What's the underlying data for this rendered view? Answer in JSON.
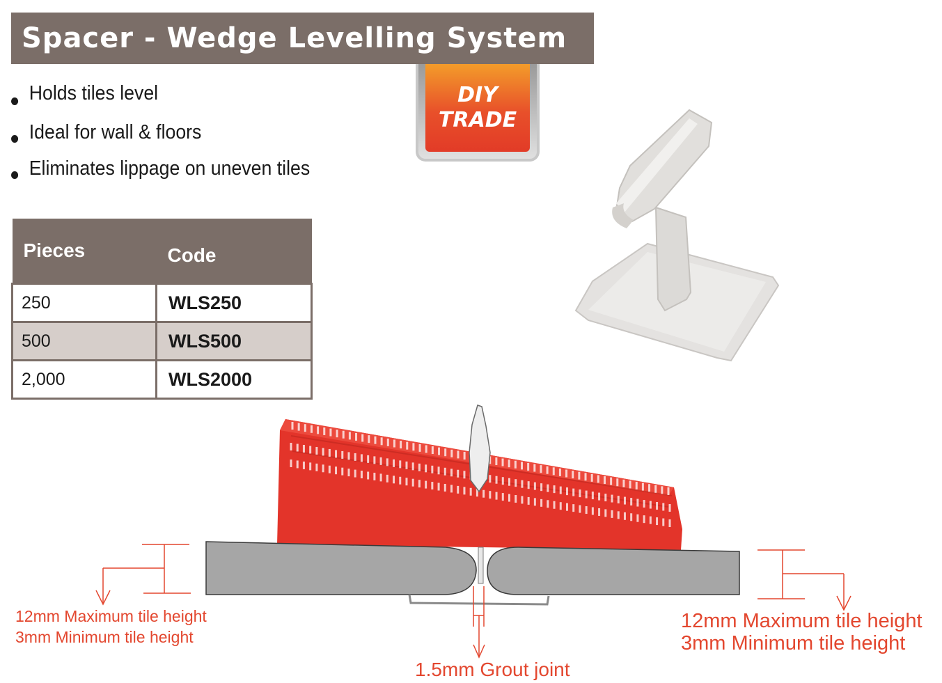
{
  "title": "Spacer - Wedge Levelling System",
  "bullets": [
    "Holds tiles level",
    "Ideal for wall & floors",
    "Eliminates lippage on uneven tiles"
  ],
  "badge": {
    "line1": "DIY",
    "line2": "TRADE"
  },
  "table": {
    "headers": [
      "Pieces",
      "Code"
    ],
    "rows": [
      {
        "pieces": "250",
        "code": "WLS250"
      },
      {
        "pieces": "500",
        "code": "WLS500"
      },
      {
        "pieces": "2,000",
        "code": "WLS2000"
      }
    ]
  },
  "diagram": {
    "left_label_line1": "12mm Maximum tile height",
    "left_label_line2": "3mm Minimum tile height",
    "right_label_line1": "12mm Maximum tile height",
    "right_label_line2": "3mm Minimum tile height",
    "grout_label": "1.5mm Grout joint"
  },
  "colors": {
    "header_bg": "#7b6e68",
    "wedge_red": "#e3342a",
    "tile_grey": "#a6a6a6",
    "annotation_red": "#e3472f"
  }
}
